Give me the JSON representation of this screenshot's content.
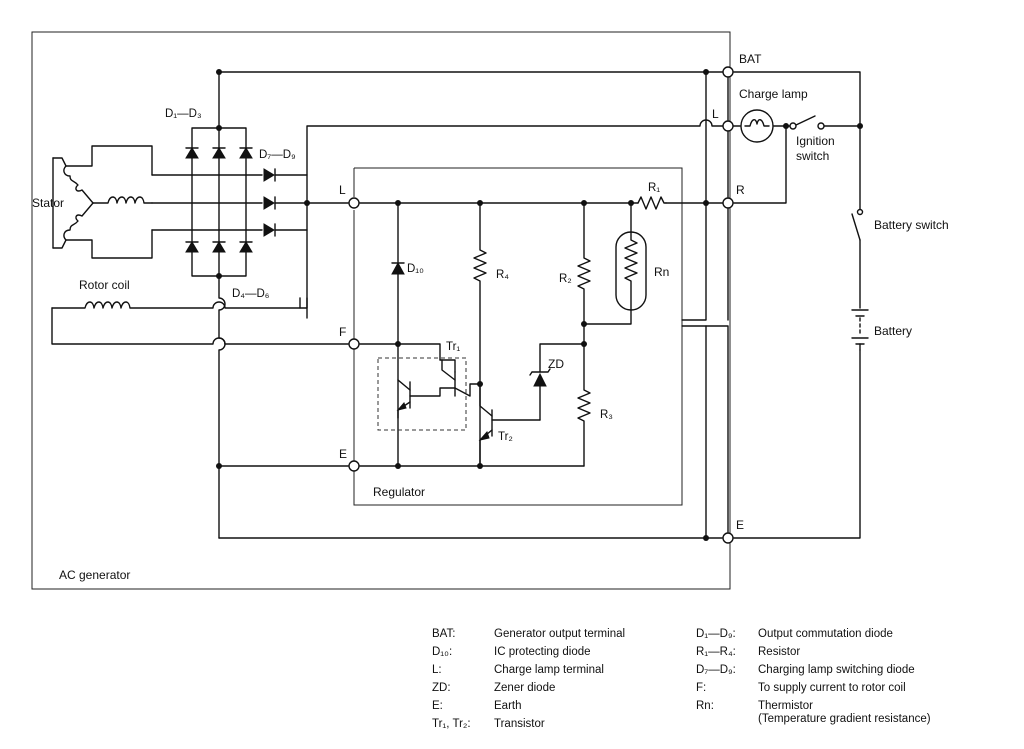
{
  "labels": {
    "bat": "BAT",
    "charge_lamp": "Charge lamp",
    "ignition_switch_1": "Ignition",
    "ignition_switch_2": "switch",
    "battery_switch": "Battery switch",
    "battery": "Battery",
    "stator": "Stator",
    "rotor_coil": "Rotor coil",
    "d1_d3": "D₁—D₃",
    "d7_d9": "D₇—D₉",
    "d4_d6": "D₄—D₆",
    "d10": "D₁₀",
    "term_l_left": "L",
    "term_l_right": "L",
    "term_r": "R",
    "term_f": "F",
    "term_e_left": "E",
    "term_e_right": "E",
    "r1": "R₁",
    "r2": "R₂",
    "r3": "R₃",
    "r4": "R₄",
    "rn": "Rn",
    "zd": "ZD",
    "tr1": "Tr₁",
    "tr2": "Tr₂",
    "regulator": "Regulator",
    "ac_generator": "AC generator"
  },
  "legend": {
    "left": [
      {
        "key": "BAT:",
        "desc": "Generator output terminal"
      },
      {
        "key": "D₁₀:",
        "desc": "IC protecting diode"
      },
      {
        "key": "L:",
        "desc": "Charge lamp terminal"
      },
      {
        "key": "ZD:",
        "desc": "Zener diode"
      },
      {
        "key": "E:",
        "desc": "Earth"
      },
      {
        "key": "Tr₁, Tr₂:",
        "desc": "Transistor"
      }
    ],
    "right": [
      {
        "key": "D₁—D₉:",
        "desc": "Output commutation diode"
      },
      {
        "key": "R₁—R₄:",
        "desc": "Resistor"
      },
      {
        "key": "D₇—D₉:",
        "desc": "Charging lamp switching diode"
      },
      {
        "key": "F:",
        "desc": "To supply current to rotor coil"
      },
      {
        "key": "Rn:",
        "desc": "Thermistor"
      },
      {
        "key": "",
        "desc": "(Temperature gradient resistance)"
      }
    ]
  }
}
